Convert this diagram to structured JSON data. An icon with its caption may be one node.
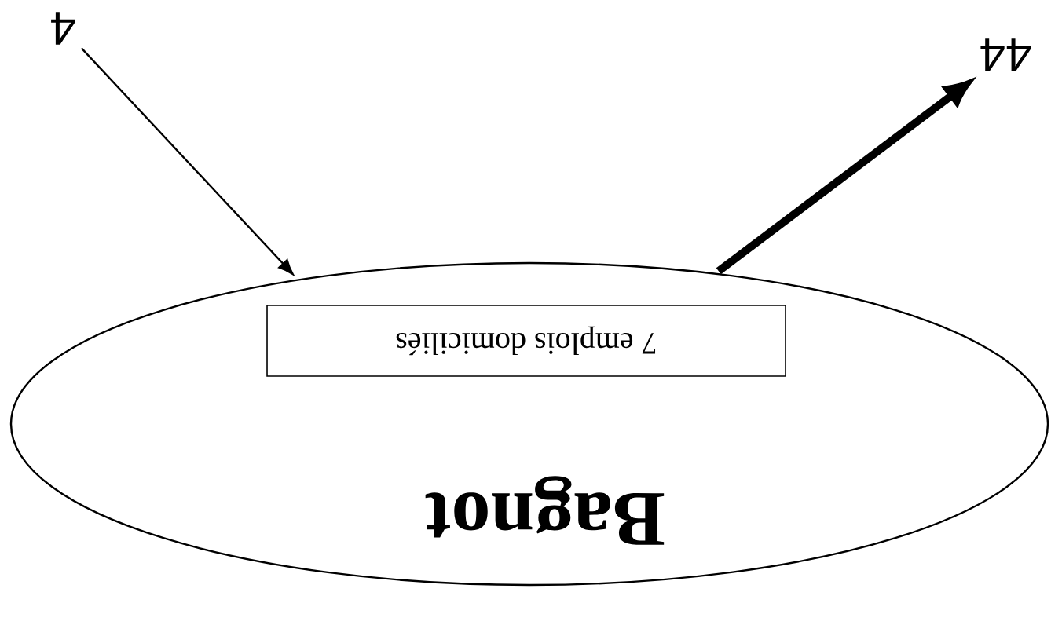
{
  "diagram": {
    "nodes": [
      {
        "text": [
          "Bagnot"
        ]
      },
      {
        "text": [
          "7 emplois domiciliés"
        ],
        "in": 0
      },
      {
        "text": [
          "4"
        ]
      },
      {
        "text": [
          "44"
        ]
      }
    ],
    "edges": [
      {
        "from": 2,
        "to": 0,
        "arrow": "to"
      },
      {
        "from": 0,
        "to": 3,
        "arrow": "to",
        "style": "thick"
      }
    ]
  }
}
